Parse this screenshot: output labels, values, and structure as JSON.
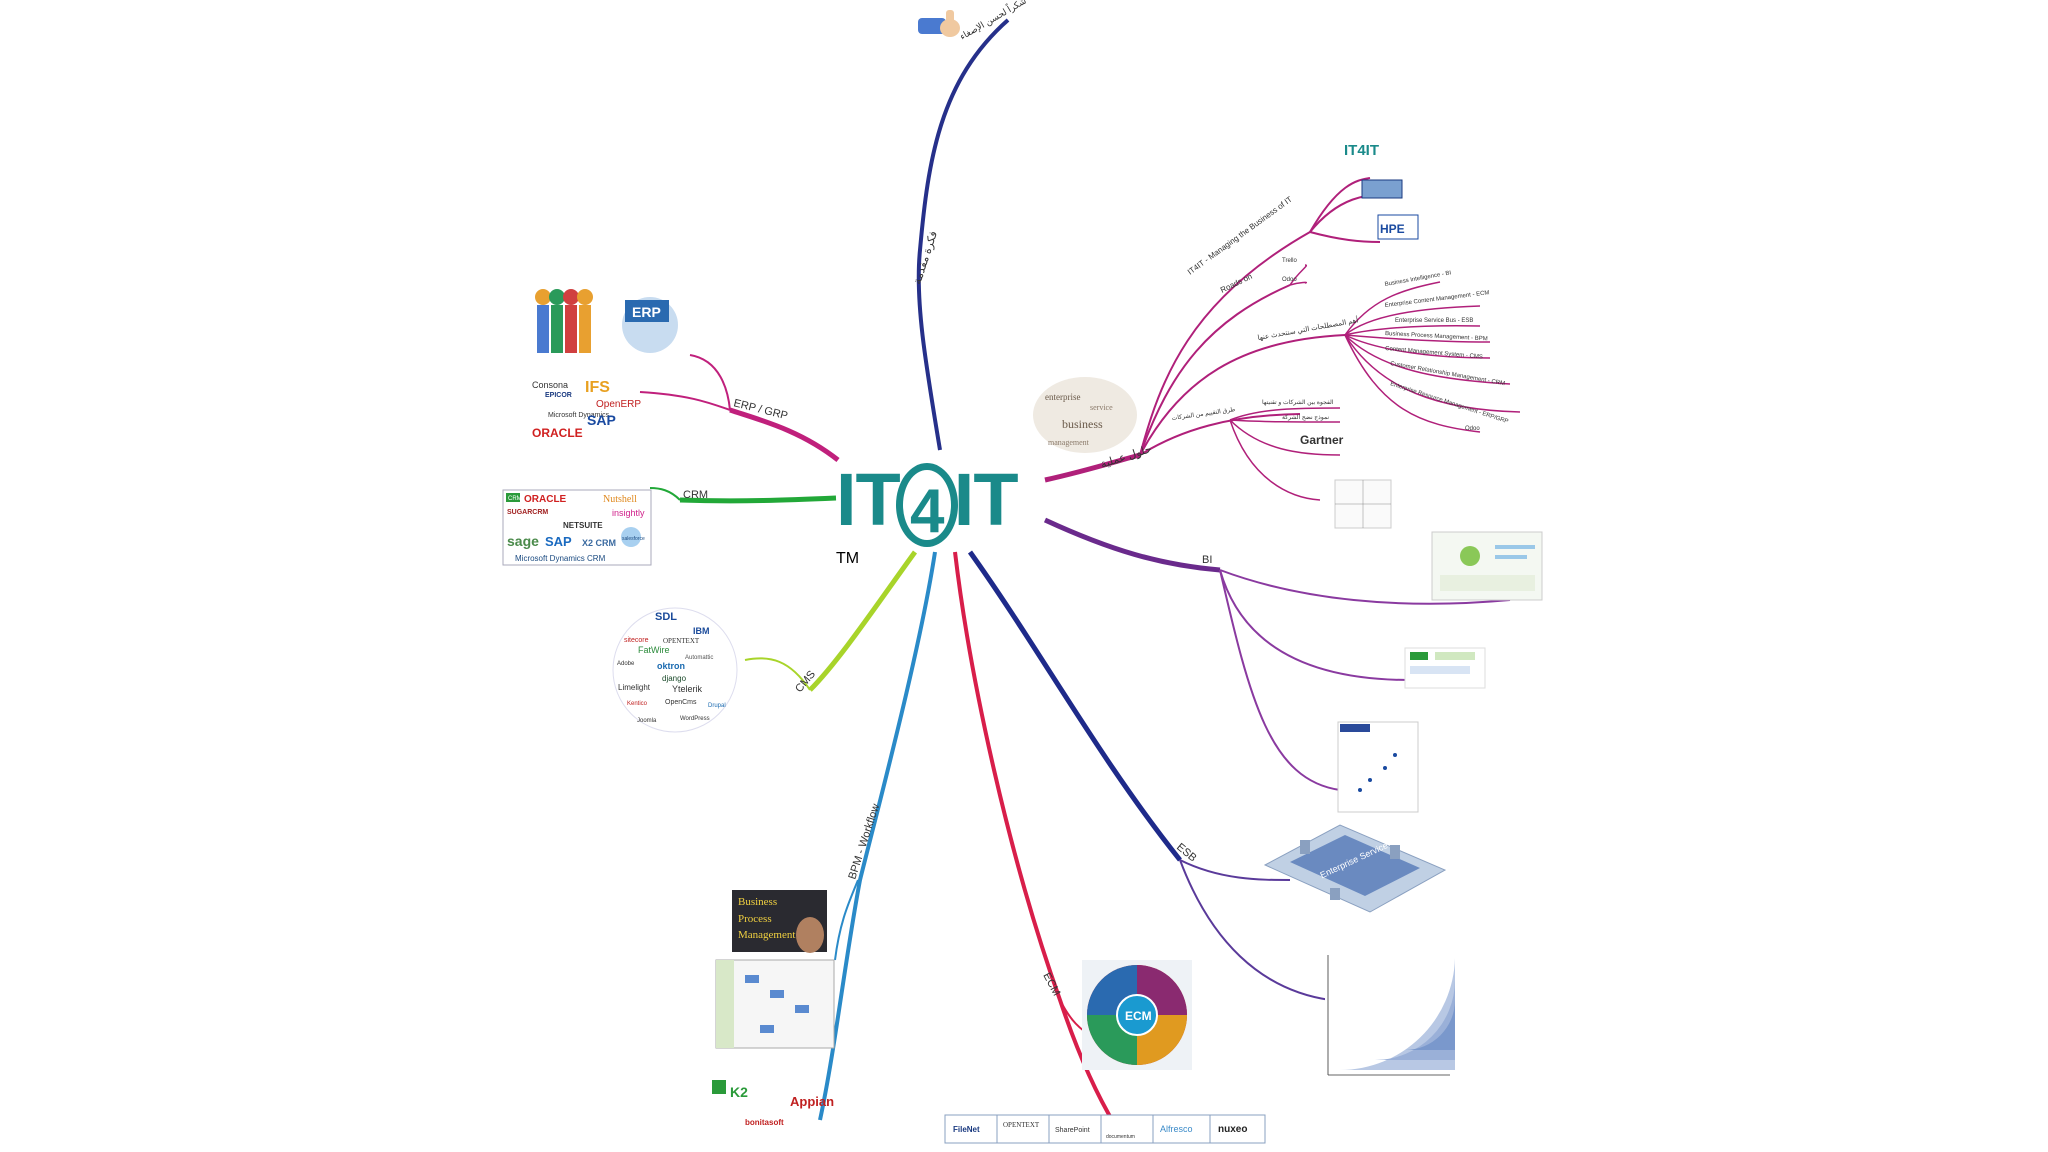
{
  "center": {
    "part1": "IT",
    "part2": "4",
    "part3": "IT",
    "tm": "TM"
  },
  "branches": {
    "top": "فكرة مقدمة",
    "top_tip": "شكراً لحسن الإصغاء",
    "erp": "ERP / GRP",
    "crm": "CRM",
    "cms": "CMS",
    "bpm": "BPM - Workflow",
    "ecm": "ECM",
    "esb": "ESB",
    "bi": "BI",
    "solutions": "حلول عملية"
  },
  "solutions": {
    "it4it": "IT4IT - Managing the Business of IT",
    "roads": "Roads on",
    "roads_items": [
      "Trello",
      "Odoo"
    ],
    "concepts": "أهم المصطلحات التي سنتحدث عنها",
    "concept_items": [
      "Business Intelligence - BI",
      "Enterprise Content Management - ECM",
      "Enterprise Service Bus - ESB",
      "Business Process Management - BPM",
      "Content Management System - CMS",
      "Customer Relationship Management - CRM",
      "Enterprise Resource Management - ERP/GRP",
      "Odoo"
    ],
    "practices": "طرق التقييم من الشركات",
    "practice_items": [
      "الفجوة بين الشركات و تقنيتها",
      "نموذج نضج الشركة"
    ],
    "gartner": "Gartner",
    "it4it_logo": "IT4IT"
  },
  "thumb_text": {
    "bpm_banner": [
      "Business",
      "Process",
      "Management"
    ],
    "ecm_center": "ECM",
    "esb_label": "Enterprise Service Bus",
    "erp_badge": "ERP",
    "vendors_ecm": [
      "FileNet",
      "OPENTEXT",
      "SharePoint",
      "documentum",
      "Alfresco",
      "nuxeo"
    ],
    "vendors_erp": [
      "Consona",
      "EPICOR",
      "IFS",
      "OpenERP",
      "Microsoft Dynamics",
      "SAP",
      "ORACLE"
    ],
    "vendors_crm": [
      "CRM",
      "ORACLE",
      "Nutshell",
      "SUGARCRM",
      "insightly",
      "NETSUITE",
      "sage",
      "SAP",
      "X2 CRM",
      "salesforce",
      "Microsoft Dynamics CRM"
    ],
    "vendors_cms": [
      "SDL",
      "IBM",
      "sitecore",
      "OPENTEXT",
      "Adobe",
      "FatWire",
      "Automattic",
      "oktron",
      "django",
      "Ytelerik",
      "Limelight",
      "Kentico",
      "OpenCms",
      "Drupal",
      "Joomla",
      "WordPress"
    ],
    "vendors_bpm": [
      "K2",
      "Appian",
      "bonitasoft"
    ]
  },
  "colors": {
    "teal": "#1a8a8a",
    "magenta": "#b0207a",
    "purple": "#6a2a8c",
    "navy": "#1e2a8a",
    "green": "#22a838",
    "lime": "#a8d42a",
    "blue": "#2a8ac8",
    "red": "#d81e4a",
    "violet": "#5a3a9a"
  },
  "icons": [
    "thumbs-up-icon",
    "word-cloud-icon"
  ]
}
